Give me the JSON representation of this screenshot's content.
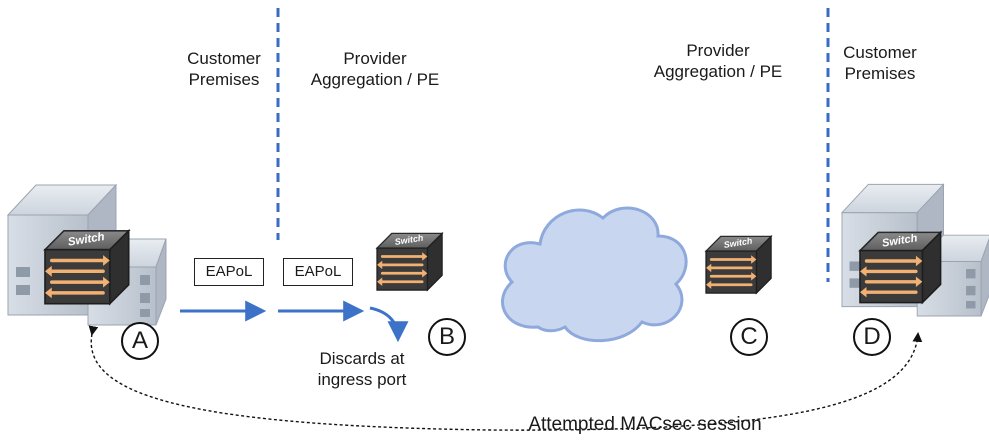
{
  "regions": {
    "left_customer": [
      "Customer",
      "Premises"
    ],
    "left_provider": [
      "Provider",
      "Aggregation / PE"
    ],
    "right_provider": [
      "Provider",
      "Aggregation / PE"
    ],
    "right_customer": [
      "Customer",
      "Premises"
    ]
  },
  "frames": {
    "first": "EAPoL",
    "second": "EAPoL"
  },
  "discard_note": [
    "Discards at",
    "ingress port"
  ],
  "switch_label": "Switch",
  "nodes": {
    "a": "A",
    "b": "B",
    "c": "C",
    "d": "D"
  },
  "session_label": "Attempted MACsec session",
  "colors": {
    "boundary": "#3a6cc4",
    "arrow": "#3d72c9",
    "cloud_fill": "#c9d6ef",
    "cloud_stroke": "#8ea9dc",
    "switch_body": "#555555",
    "switch_arrows": "#f2b173",
    "building": "#c4ccd6"
  },
  "icons": [
    "building-icon",
    "switch-icon",
    "cloud-icon"
  ]
}
